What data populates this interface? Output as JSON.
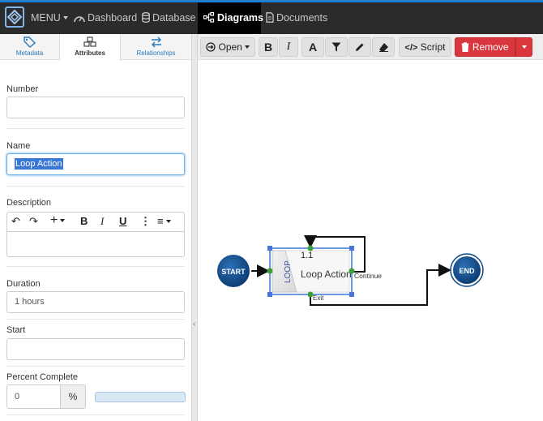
{
  "nav": {
    "menu": "MENU",
    "dashboard": "Dashboard",
    "database": "Database",
    "diagrams": "Diagrams",
    "documents": "Documents"
  },
  "tabs": {
    "metadata": "Metadata",
    "attributes": "Attributes",
    "relationships": "Relationships"
  },
  "form": {
    "number_label": "Number",
    "number_value": "",
    "name_label": "Name",
    "name_value": "Loop Action",
    "description_label": "Description",
    "duration_label": "Duration",
    "duration_value": "1 hours",
    "start_label": "Start",
    "start_value": "",
    "percent_label": "Percent Complete",
    "percent_value": "0",
    "percent_unit": "%",
    "progress_fraction": 0
  },
  "toolbar": {
    "open": "Open",
    "script": "Script",
    "remove": "Remove"
  },
  "diagram": {
    "start": "START",
    "end": "END",
    "loop_tag": "LOOP",
    "step_number": "1.1",
    "action": "Loop Action",
    "continue_label": "Continue",
    "exit_label": "Exit"
  },
  "colors": {
    "accent": "#1f7fd1",
    "danger": "#d9363e",
    "node": "#0e4a8a",
    "handle": "#3aa03a"
  }
}
